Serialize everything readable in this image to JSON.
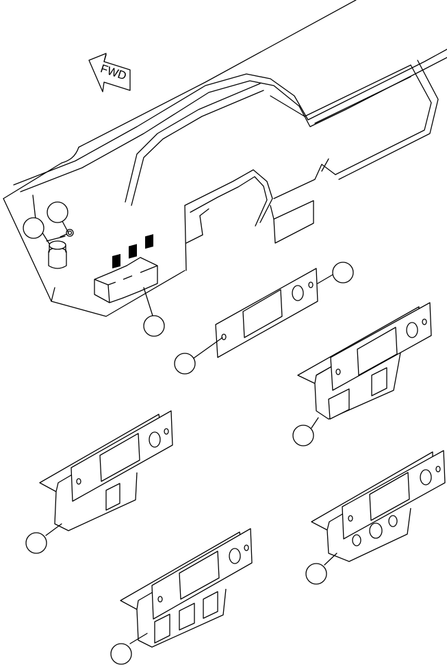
{
  "diagram": {
    "direction_arrow": {
      "label": "FWD"
    },
    "callouts": [
      {
        "id": "callout-indicator-upper"
      },
      {
        "id": "callout-indicator-lower"
      },
      {
        "id": "callout-switch-panel"
      },
      {
        "id": "callout-gasket-right"
      },
      {
        "id": "callout-gasket-left"
      },
      {
        "id": "callout-housing-2-hole"
      },
      {
        "id": "callout-housing-1-hole"
      },
      {
        "id": "callout-housing-3-round"
      },
      {
        "id": "callout-housing-3-square"
      }
    ]
  }
}
